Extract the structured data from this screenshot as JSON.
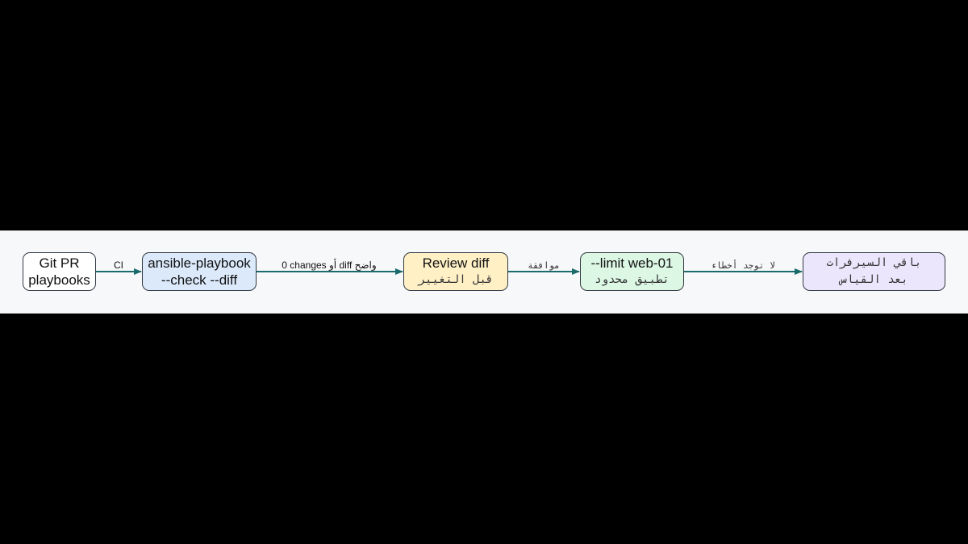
{
  "colors": {
    "edge": "#1a6b6b",
    "node_border": "#333a44",
    "band_background": "#f7f8fa",
    "git": "#ffffff",
    "check": "#dbe9fb",
    "review": "#fff0c6",
    "limit": "#dcf7e4",
    "rest": "#ebe6fb"
  },
  "nodes": {
    "git": {
      "line1": "Git PR",
      "line2": "playbooks"
    },
    "check": {
      "line1": "ansible-playbook",
      "line2": "--check --diff"
    },
    "review": {
      "line1": "Review diff",
      "line2": "قبل التغيير"
    },
    "limit": {
      "line1": "--limit web-01",
      "line2": "تطبيق محدود"
    },
    "rest": {
      "line1": "باقي السيرفرات",
      "line2": "بعد القياس"
    }
  },
  "edges": {
    "git_check": "CI",
    "check_review": "0 changes أو diff واضح",
    "review_limit": "موافقة",
    "limit_rest": "لا توجد أخطاء"
  }
}
